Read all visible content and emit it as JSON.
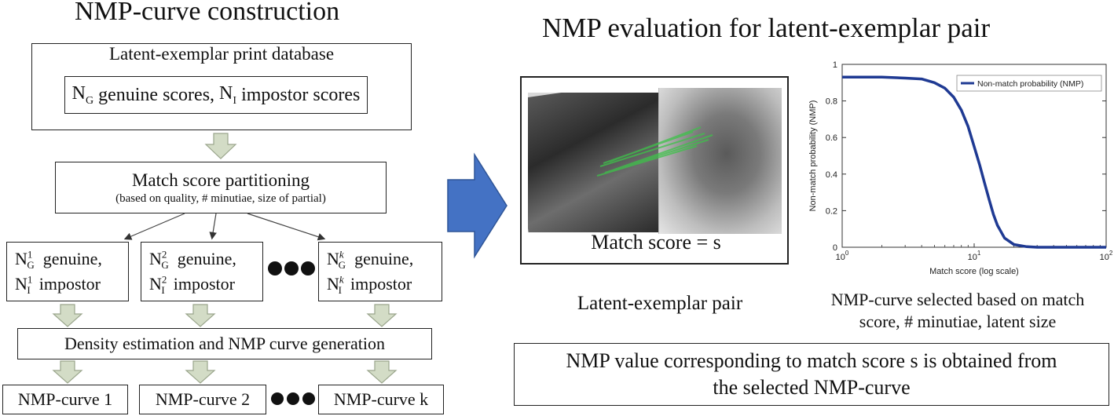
{
  "left_title": "NMP-curve construction",
  "right_title": "NMP evaluation for latent-exemplar pair",
  "database": {
    "label": "Latent-exemplar print database",
    "ng_text": "genuine scores,",
    "ni_text": "impostor scores"
  },
  "partition": {
    "title": "Match score partitioning",
    "subtitle": "(based on quality, # minutiae, size of partial)"
  },
  "subsets": [
    {
      "sup": "1",
      "genuine": "genuine,",
      "impostor": "impostor"
    },
    {
      "sup": "2",
      "genuine": "genuine,",
      "impostor": "impostor"
    },
    {
      "sup": "k",
      "genuine": "genuine,",
      "impostor": "impostor"
    }
  ],
  "density_label": "Density estimation and NMP curve generation",
  "curves": [
    "NMP-curve 1",
    "NMP-curve 2",
    "NMP-curve k"
  ],
  "symbols": {
    "N": "N",
    "G": "G",
    "I": "I"
  },
  "match_score_text": "Match score = s",
  "pair_caption": "Latent-exemplar pair",
  "selection_caption_line1": "NMP-curve selected based on match",
  "selection_caption_line2": "score, # minutiae, latent size",
  "result_line1": "NMP value corresponding to match score s is obtained from",
  "result_line2": "the selected NMP-curve",
  "colors": {
    "arrow_fill": "#d3dcc6",
    "arrow_stroke": "#9aa58c",
    "big_arrow": "#4472c4",
    "curve": "#1f3a93",
    "match_lines": "#3ec24a"
  },
  "chart_data": {
    "type": "line",
    "xlabel": "Match score (log scale)",
    "ylabel": "Non-match probability (NMP)",
    "xscale": "log",
    "xlim": [
      1,
      100
    ],
    "ylim": [
      0,
      1
    ],
    "xticks": [
      {
        "value": 1,
        "base": "10",
        "exp": "0"
      },
      {
        "value": 10,
        "base": "10",
        "exp": "1"
      },
      {
        "value": 100,
        "base": "10",
        "exp": "2"
      }
    ],
    "yticks": [
      "0",
      "0.2",
      "0.4",
      "0.6",
      "0.8",
      "1"
    ],
    "legend": {
      "label": "Non-match probability (NMP)",
      "position": "top-right"
    },
    "series": [
      {
        "name": "Non-match probability (NMP)",
        "x": [
          1,
          2,
          3,
          4,
          5,
          6,
          7,
          8,
          9,
          10,
          11,
          12,
          13,
          14,
          15,
          17,
          20,
          25,
          30,
          50,
          100
        ],
        "y": [
          0.93,
          0.93,
          0.925,
          0.92,
          0.9,
          0.87,
          0.82,
          0.75,
          0.66,
          0.55,
          0.45,
          0.35,
          0.26,
          0.18,
          0.12,
          0.05,
          0.015,
          0.003,
          0.0,
          0.0,
          0.0
        ]
      }
    ]
  }
}
